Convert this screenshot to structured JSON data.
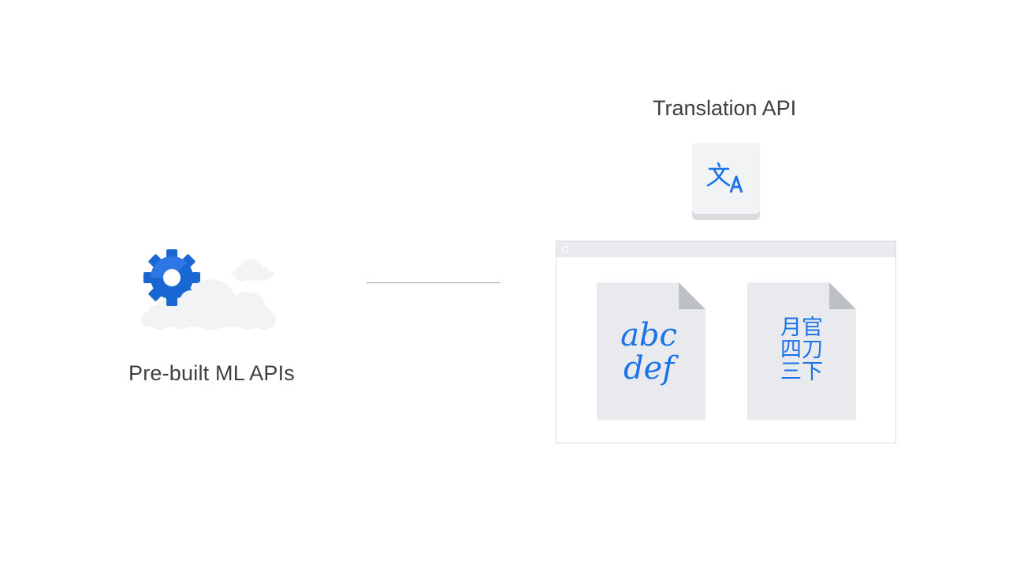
{
  "left": {
    "label": "Pre-built ML APIs",
    "icon": "gear-cloud-icon"
  },
  "right": {
    "title": "Translation API",
    "tile_icon": "translate-icon",
    "documents": [
      {
        "icon": "document-latin-icon",
        "line1": "abc",
        "line2": "def"
      },
      {
        "icon": "document-cjk-icon",
        "line1": "月官",
        "line2": "四刀",
        "line3": "三下"
      }
    ]
  },
  "colors": {
    "accent_blue": "#1a73e8",
    "gear_blue": "#1967d2",
    "text": "#3c4043",
    "cloud": "#f1f3f4",
    "doc_fill": "#e8eaed",
    "browser_bar": "#e8eaed"
  }
}
